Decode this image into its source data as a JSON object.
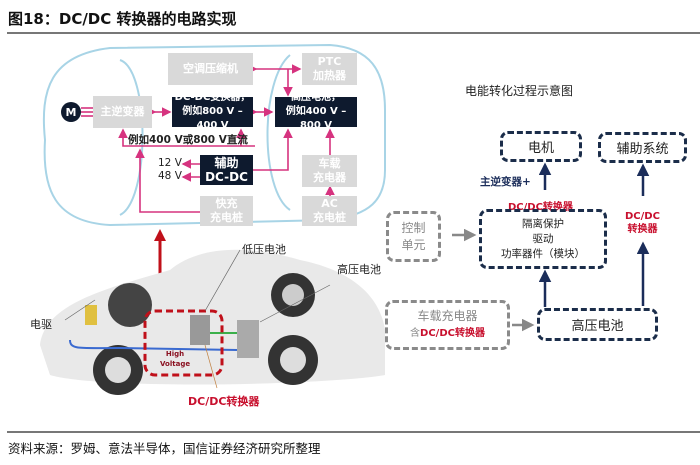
{
  "title": "图18：DC/DC 转换器的电路实现",
  "source": "资料来源：罗姆、意法半导体，国信证券经济研究所整理",
  "colors": {
    "pink": "#d6337f",
    "navy": "#1b2d5a",
    "red": "#c8102e",
    "gray_box": "#d9d9d9",
    "dark_box": "#0e1a2e"
  },
  "circuit": {
    "motor": "M",
    "ac_compressor": "空调压缩机",
    "ptc": [
      "PTC",
      "加热器"
    ],
    "main_inverter": "主逆变器",
    "dcdc": [
      "DC-DC变换器，",
      "例如800 V – 400 V"
    ],
    "hv_battery": [
      "高压电池，",
      "例如400 V – 800 V"
    ],
    "dc_bus": "例如400 V或800 V直流",
    "v12": "12 V",
    "v48": "48 V",
    "aux_dcdc": [
      "辅助",
      "DC-DC"
    ],
    "obc": [
      "车载",
      "充电器"
    ],
    "fast_charger": [
      "快充",
      "充电桩"
    ],
    "ac_charger": [
      "AC",
      "充电桩"
    ]
  },
  "car": {
    "lv_battery": "低压电池",
    "hv_battery": "高压电池",
    "edrive": "电驱",
    "high_voltage": [
      "High",
      "Voltage"
    ],
    "dcdc_label": "DC/DC转换器"
  },
  "flow": {
    "title": "电能转化过程示意图",
    "motor": "电机",
    "aux_system": "辅助系统",
    "main_inverter": "主逆变器+",
    "dcdc_red": "DC/DC转换器",
    "module": [
      "隔离保护",
      "驱动",
      "功率器件（模块）"
    ],
    "control": [
      "控制",
      "单元"
    ],
    "obc": "车载充电器",
    "obc_contains_prefix": "含",
    "obc_contains": "DC/DC转换器",
    "hv_battery": "高压电池",
    "dcdc_side": [
      "DC/DC",
      "转换器"
    ]
  }
}
